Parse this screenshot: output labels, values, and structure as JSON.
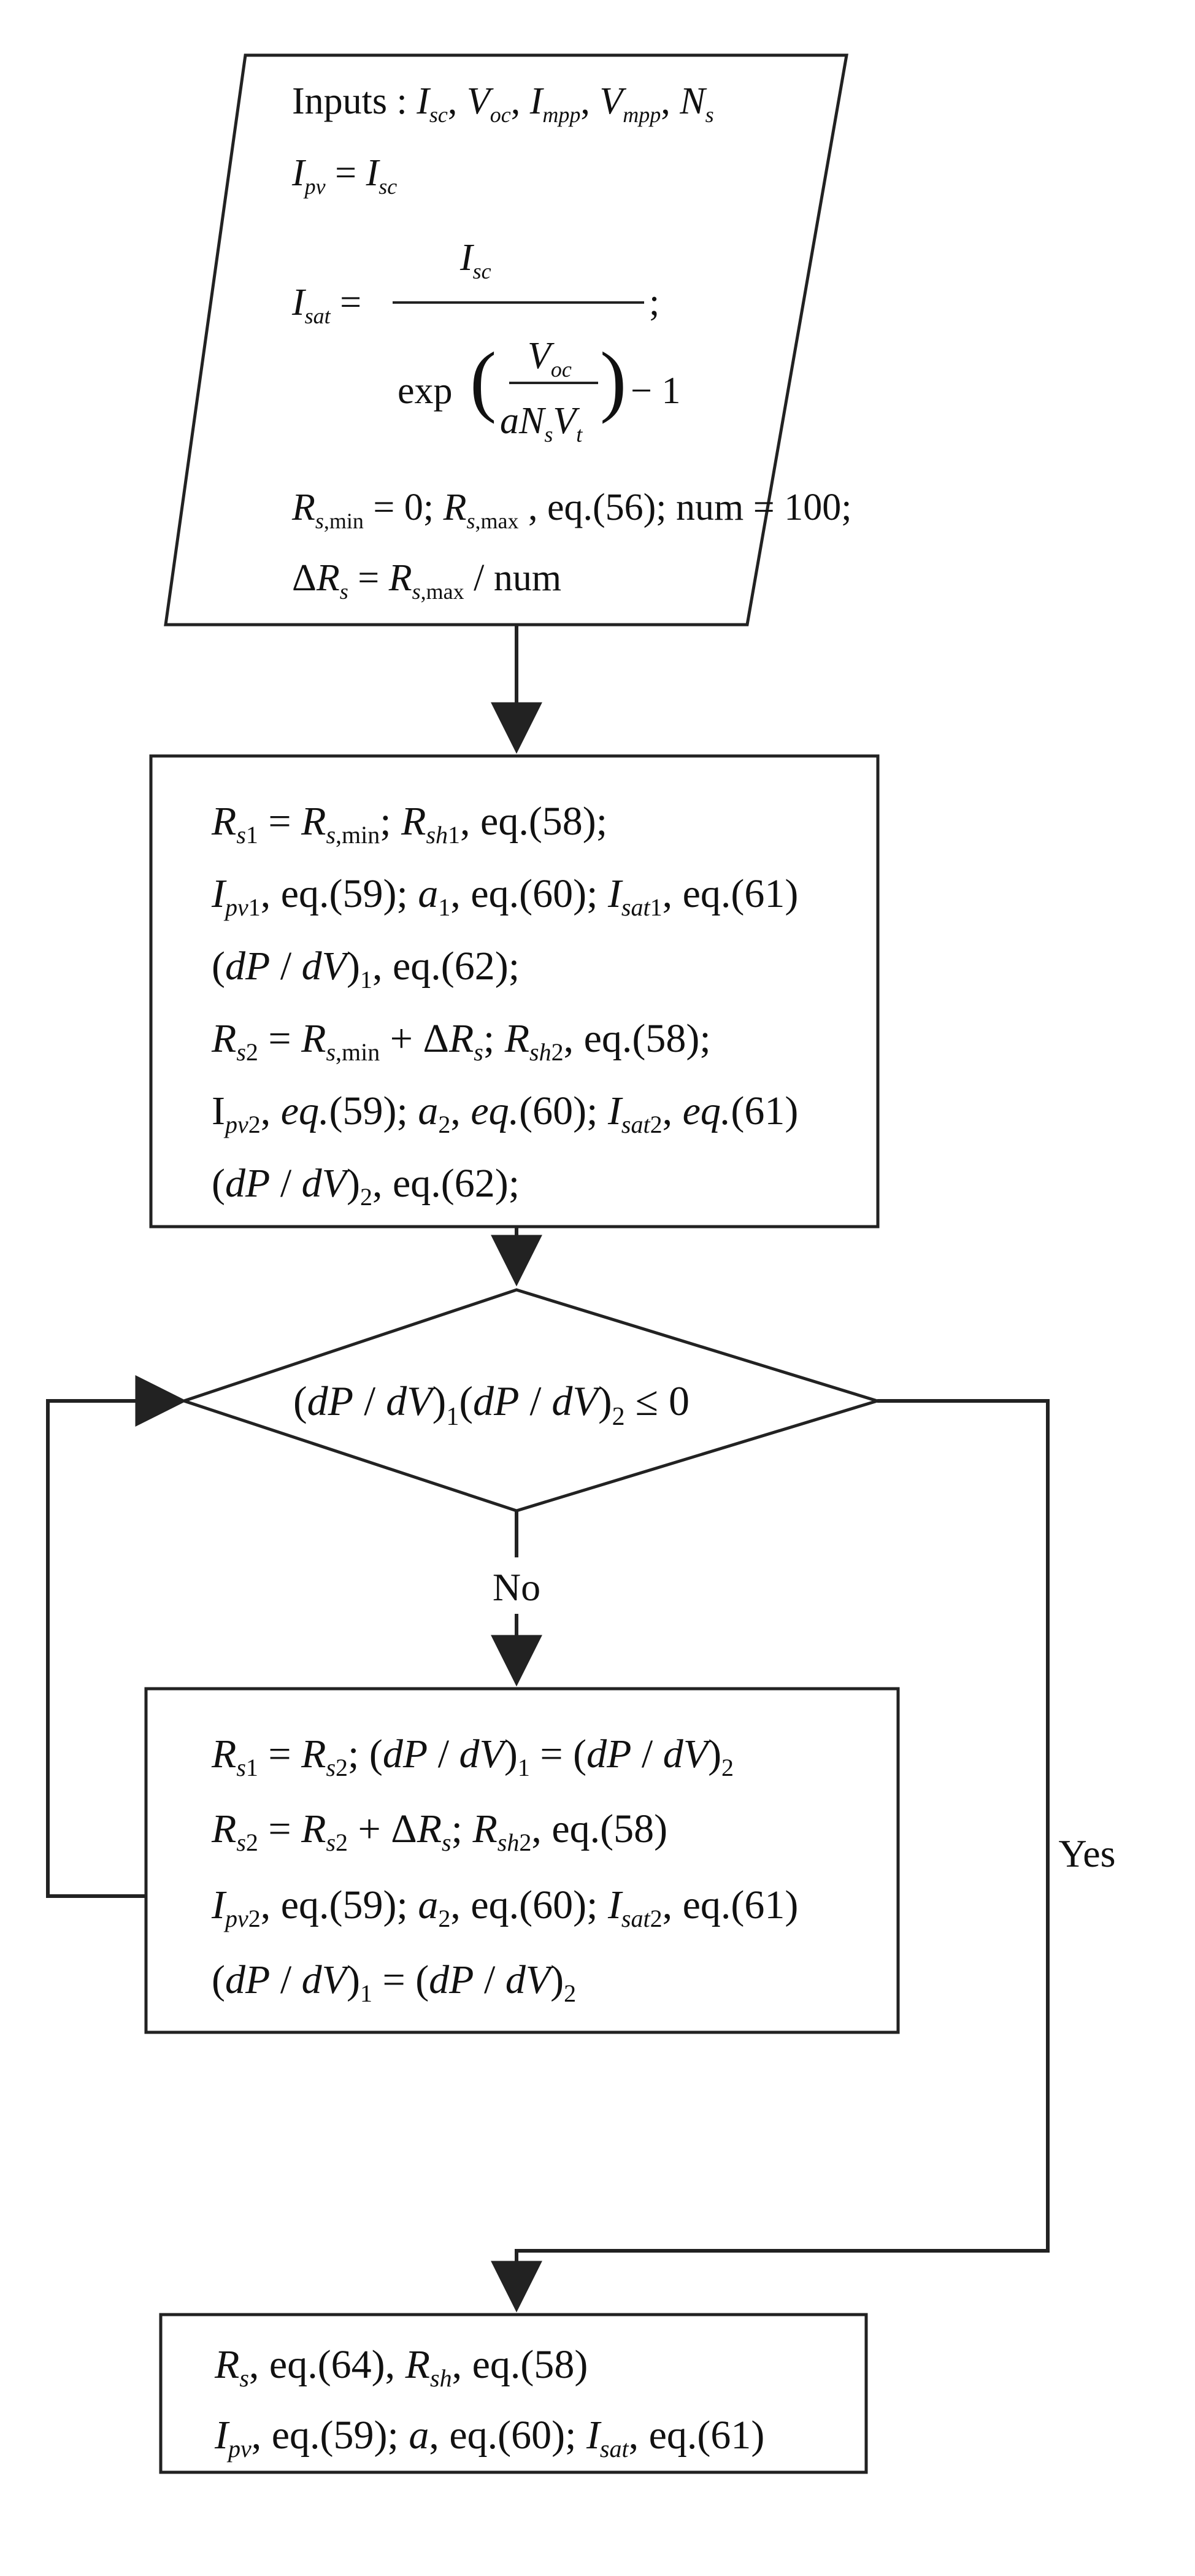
{
  "labels": {
    "no": "No",
    "yes": "Yes"
  },
  "input_block": {
    "lines": [
      "Inputs : I_sc, V_oc, I_mpp, V_mpp, N_s",
      "I_pv = I_sc",
      "I_sat = I_sc / ( exp( V_oc / (a N_s V_t) ) − 1 );",
      "R_s,min = 0; R_s,max, eq.(56); num = 100;",
      "ΔR_s = R_s,max / num"
    ]
  },
  "init_block": {
    "lines": [
      "R_s1 = R_s,min; R_sh1, eq.(58);",
      "I_pv1, eq.(59); a_1, eq.(60); I_sat1, eq.(61)",
      "(dP / dV)_1, eq.(62);",
      "R_s2 = R_s,min + ΔR_s; R_sh2, eq.(58);",
      "I_pv2, eq.(59); a_2, eq.(60); I_sat2, eq.(61)",
      "(dP / dV)_2, eq.(62);"
    ]
  },
  "decision": {
    "condition": "(dP / dV)_1 (dP / dV)_2 ≤ 0"
  },
  "loop_block": {
    "lines": [
      "R_s1 = R_s2; (dP / dV)_1 = (dP / dV)_2",
      "R_s2 = R_s2 + ΔR_s; R_sh2, eq.(58)",
      "I_pv2, eq.(59); a_2, eq.(60); I_sat2, eq.(61)",
      "(dP / dV)_1 = (dP / dV)_2"
    ]
  },
  "output_block": {
    "lines": [
      "R_s, eq.(64), R_sh, eq.(58)",
      "I_pv, eq.(59); a, eq.(60); I_sat, eq.(61)"
    ]
  }
}
